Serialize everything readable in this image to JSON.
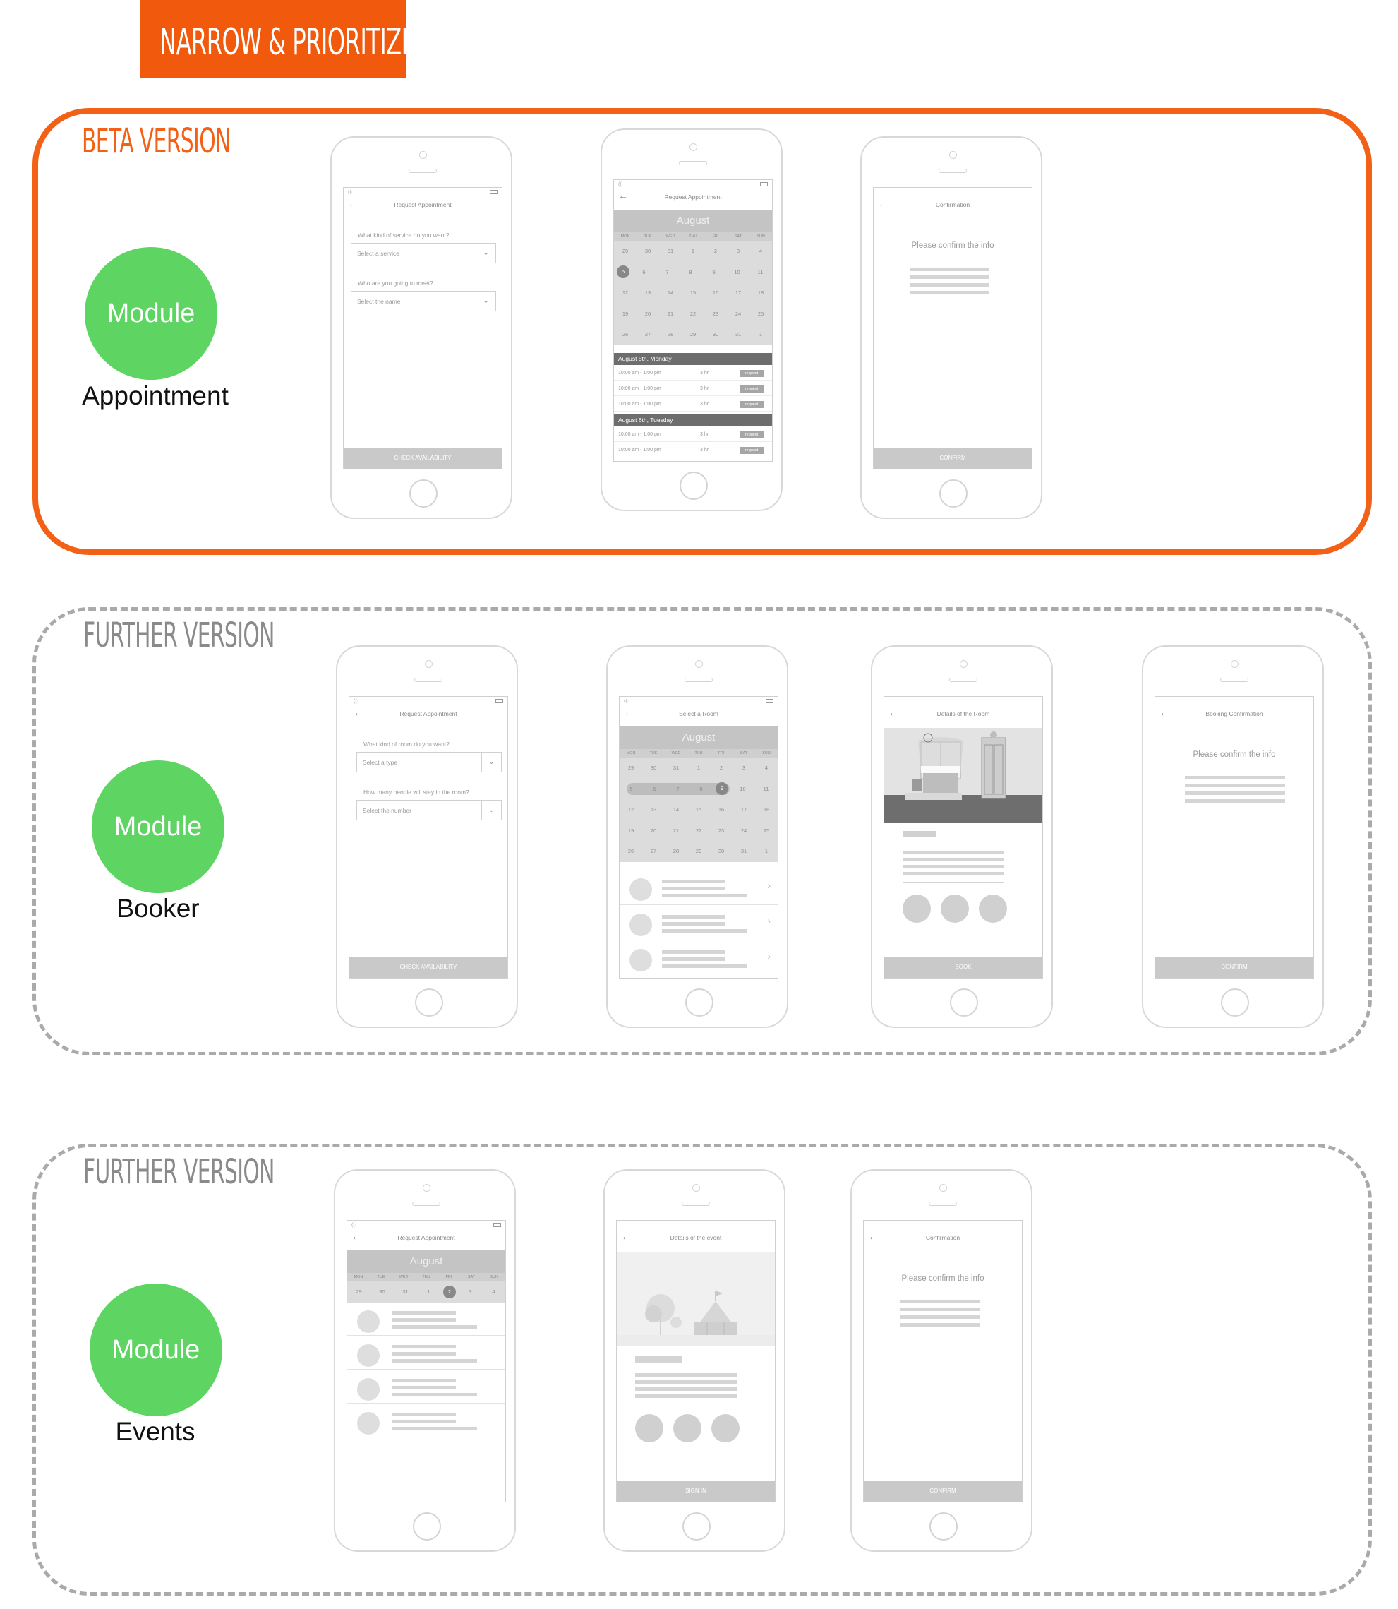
{
  "banner": {
    "title": "NARROW & PRIORITIZE",
    "color": "#f15a0c"
  },
  "sections": [
    {
      "label": "BETA VERSION",
      "module_label": "Module",
      "module_name": "Appointment"
    },
    {
      "label": "FURTHER VERSION",
      "module_label": "Module",
      "module_name": "Booker"
    },
    {
      "label": "FURTHER VERSION",
      "module_label": "Module",
      "module_name": "Events"
    }
  ],
  "colors": {
    "accent": "#f26115",
    "module": "#5ed563",
    "further": "#aaaaaa"
  },
  "calendar": {
    "month": "August",
    "weekdays": [
      "MON",
      "TUE",
      "WED",
      "THU",
      "FRI",
      "SAT",
      "SUN"
    ],
    "weeks": [
      [
        "29",
        "30",
        "31",
        "1",
        "2",
        "3",
        "4"
      ],
      [
        "5",
        "6",
        "7",
        "8",
        "9",
        "10",
        "11"
      ],
      [
        "12",
        "13",
        "14",
        "15",
        "16",
        "17",
        "18"
      ],
      [
        "19",
        "20",
        "21",
        "22",
        "23",
        "24",
        "25"
      ],
      [
        "26",
        "27",
        "28",
        "29",
        "30",
        "31",
        "1"
      ]
    ]
  },
  "appointment": {
    "request": {
      "title": "Request Appointment",
      "q1": "What kind of service do you want?",
      "s1": "Select a service",
      "q2": "Who are you going to meet?",
      "s2": "Select the name",
      "button": "CHECK AVAILABILITY"
    },
    "calendar_screen": {
      "title": "Request Appointment",
      "day1": "August 5th, Monday",
      "day2": "August 6th, Tuesday",
      "slot_time": "10:00 am - 1:00 pm",
      "slot_hours": "3 hr",
      "slot_button": "request"
    },
    "confirm": {
      "title": "Confirmation",
      "message": "Please confirm the info",
      "button": "CONFIRM"
    }
  },
  "booker": {
    "request": {
      "title": "Request Appointment",
      "q1": "What kind of room do you want?",
      "s1": "Select a type",
      "q2": "How many people will stay in the room?",
      "s2": "Select the number",
      "button": "CHECK AVAILABILITY"
    },
    "room_select": {
      "title": "Select a Room"
    },
    "details": {
      "title": "Details of the Room",
      "button": "BOOK"
    },
    "confirm": {
      "title": "Booking Confirmation",
      "message": "Please confirm the info",
      "button": "CONFIRM"
    }
  },
  "events": {
    "list": {
      "title": "Request Appointment"
    },
    "details": {
      "title": "Details of the event",
      "button": "SIGN IN"
    },
    "confirm": {
      "title": "Confirmation",
      "message": "Please confirm the info",
      "button": "CONFIRM"
    }
  }
}
